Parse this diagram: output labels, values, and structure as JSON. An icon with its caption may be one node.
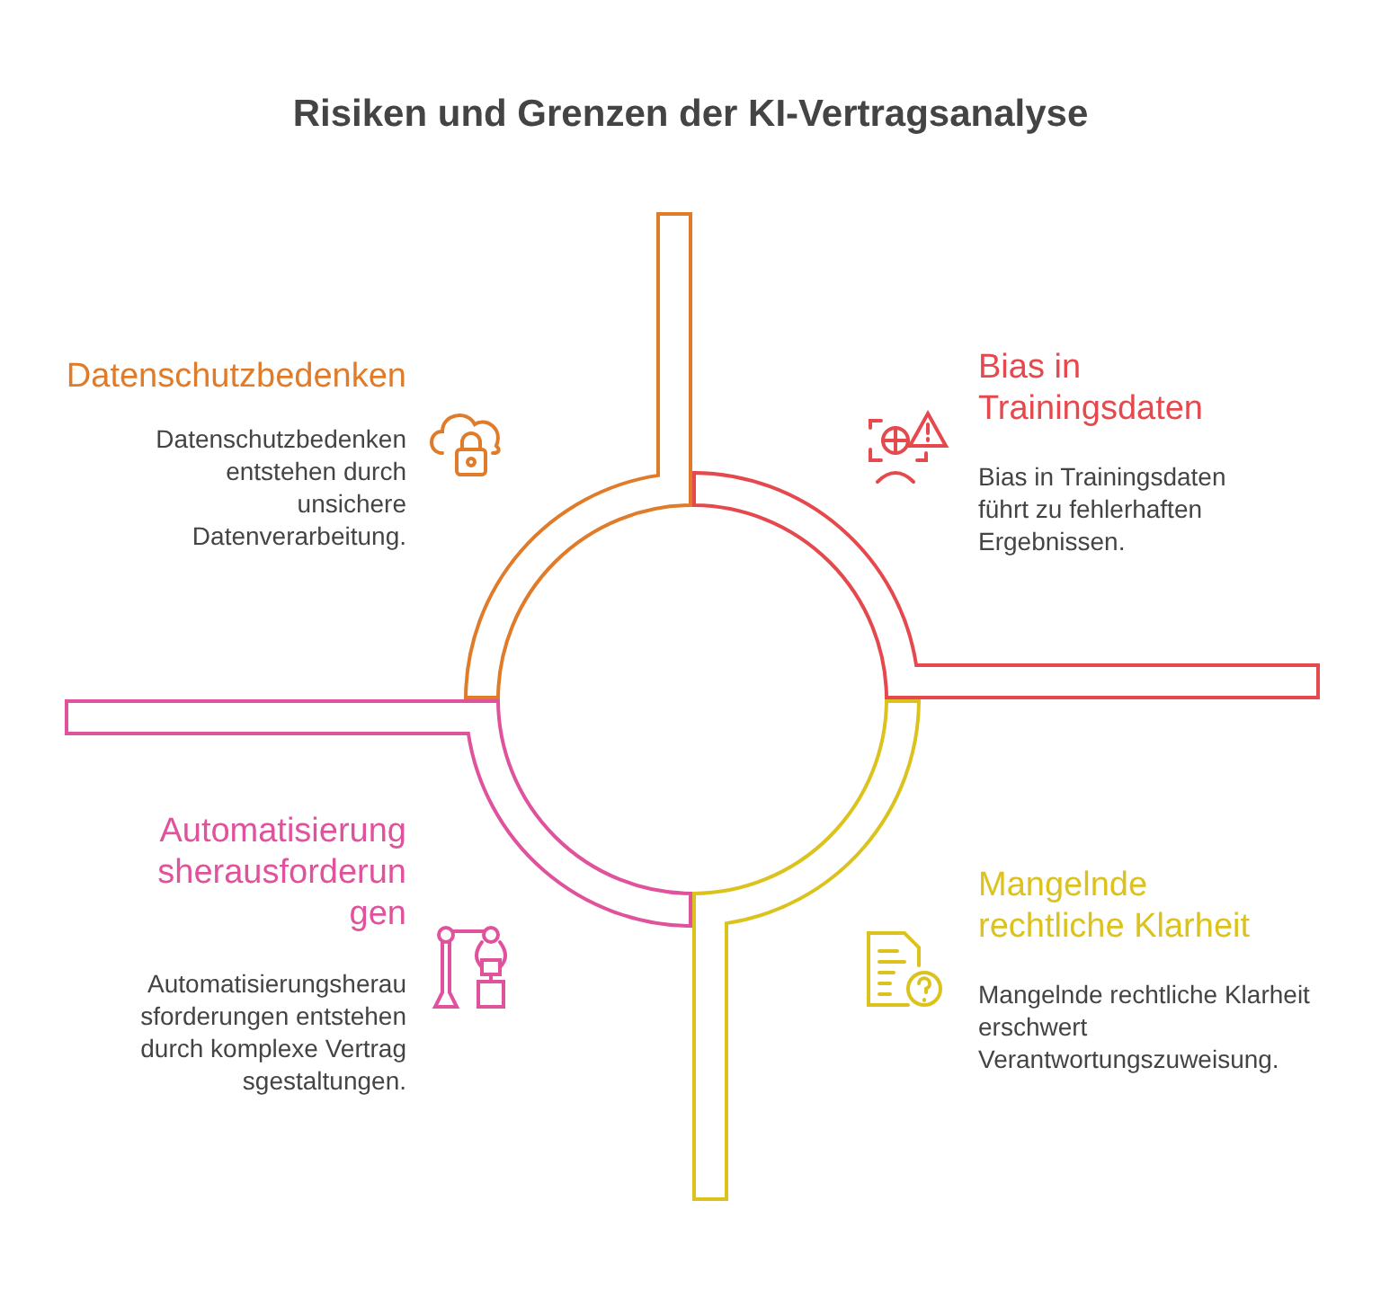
{
  "diagram": {
    "title": "Risiken und Grenzen der KI-Vertragsanalyse",
    "labels": [
      "Datenschutzbedenken",
      "Datenschutzbedenken entstehen durch unsichere Datenverarbeitung.",
      "Bias in Trainingsdaten",
      "Bias in Trainingsdaten führt zu fehlerhaften Ergebnissen.",
      "Automatisierungsherausforderungen",
      "Automatisierungsherausforderungen entstehen durch komplexe Vertragsgestaltungen.",
      "Mangelnde rechtliche Klarheit",
      "Mangelnde rechtliche Klarheit erschwert Verantwortungszuweisung."
    ]
  }
}
